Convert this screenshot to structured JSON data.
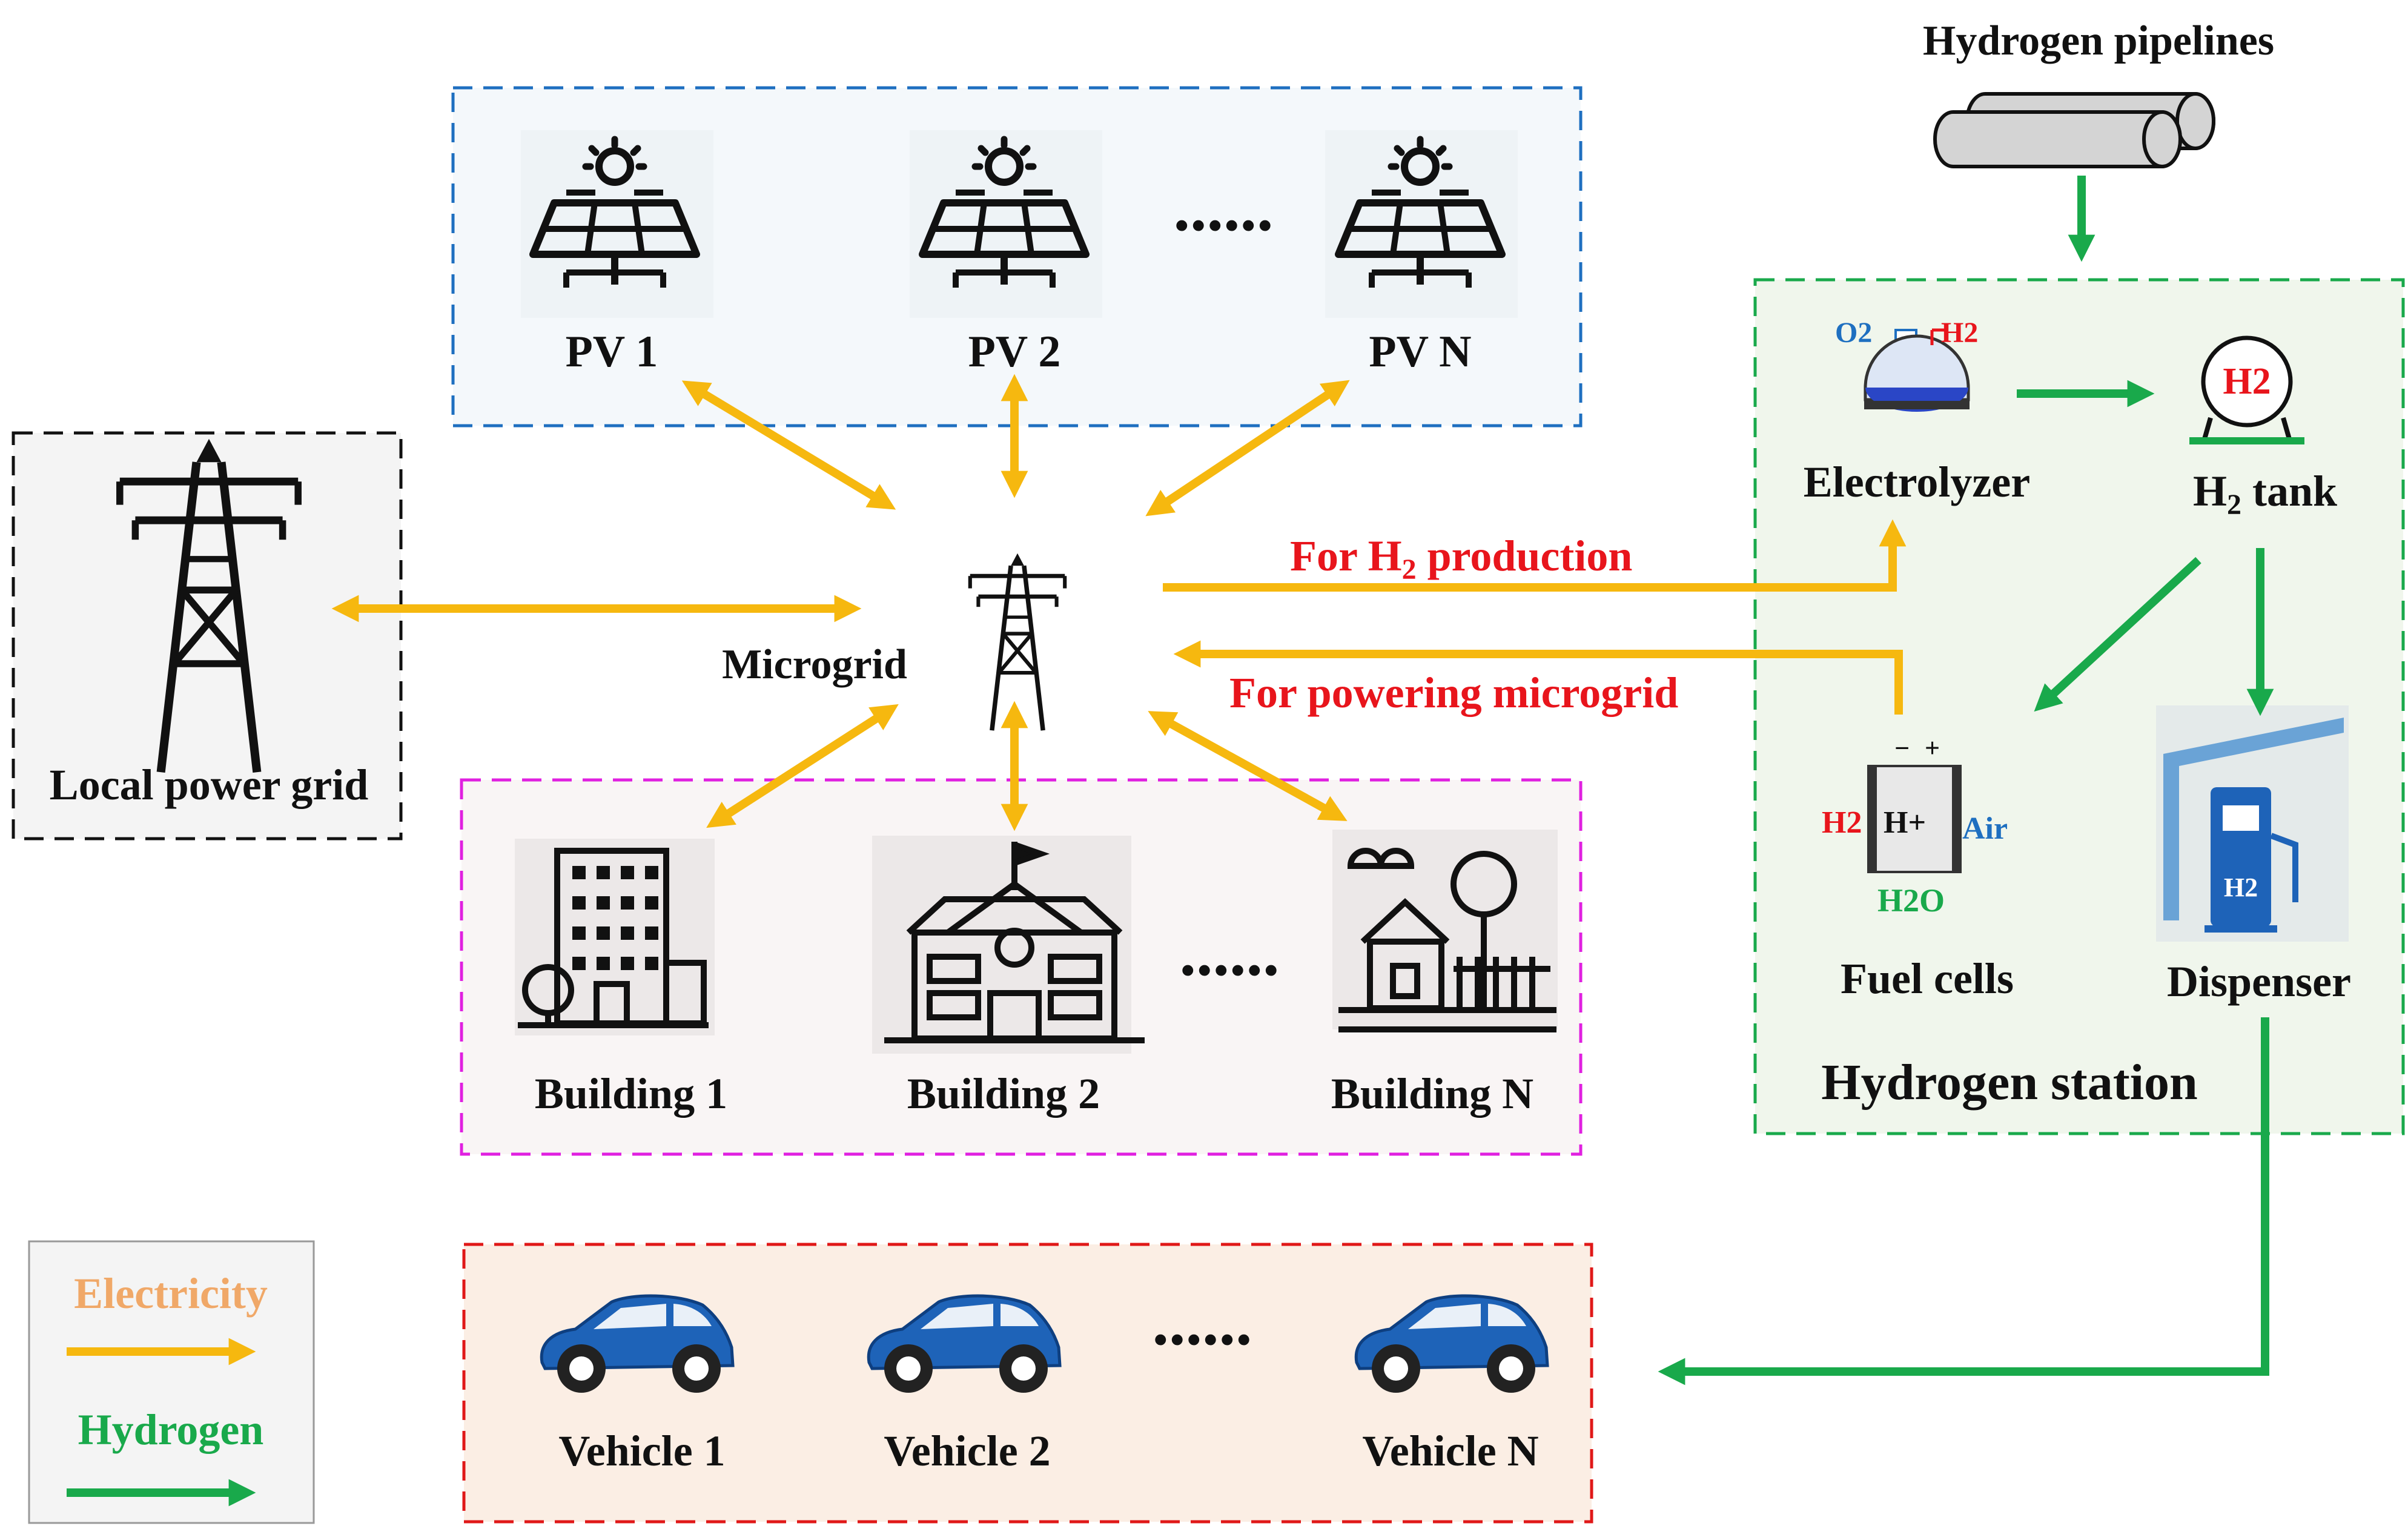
{
  "labels": {
    "pv1": "PV 1",
    "pv2": "PV 2",
    "pvn": "PV N",
    "microgrid": "Microgrid",
    "local_grid": "Local power grid",
    "building1": "Building 1",
    "building2": "Building 2",
    "buildingn": "Building N",
    "vehicle1": "Vehicle 1",
    "vehicle2": "Vehicle 2",
    "vehiclen": "Vehicle N",
    "pipelines": "Hydrogen pipelines",
    "electrolyzer": "Electrolyzer",
    "h2tank_prefix": "H",
    "h2tank_sub": "2",
    "h2tank_suffix": " tank",
    "fuel_cells": "Fuel cells",
    "dispenser": "Dispenser",
    "hydrogen_station": "Hydrogen station",
    "for_h2_prefix": "For H",
    "for_h2_sub": "2",
    "for_h2_suffix": " production",
    "for_powering": "For powering microgrid",
    "ellipsis": "......"
  },
  "legend": {
    "electricity": "Electricity",
    "hydrogen": "Hydrogen"
  },
  "icon_text": {
    "o2": "O2",
    "h2": "H2",
    "fc_minus": "−",
    "fc_plus": "+",
    "fc_h2": "H2",
    "fc_hplus": "H+",
    "fc_air": "Air",
    "fc_h2o": "H2O",
    "tank_h2": "H2",
    "pump_h2": "H2"
  },
  "colors": {
    "electricity": "#f6b80f",
    "hydrogen": "#19a94b",
    "red_text": "#e8151c",
    "electricity_legend_text": "#f0a868",
    "hydrogen_legend_text": "#19a94b",
    "pv_box_border": "#1e6fc0",
    "building_box_border": "#e020e0",
    "vehicle_box_border": "#e01818",
    "station_box_border": "#19a94b",
    "grid_box_border": "#111111",
    "car_blue": "#1e63b8"
  },
  "icons": [
    "solar-panel-icon",
    "transmission-tower-icon",
    "office-building-icon",
    "school-building-icon",
    "house-icon",
    "car-icon",
    "pipeline-icon",
    "electrolyzer-icon",
    "hydrogen-tank-icon",
    "fuel-cell-icon",
    "hydrogen-dispenser-icon"
  ]
}
